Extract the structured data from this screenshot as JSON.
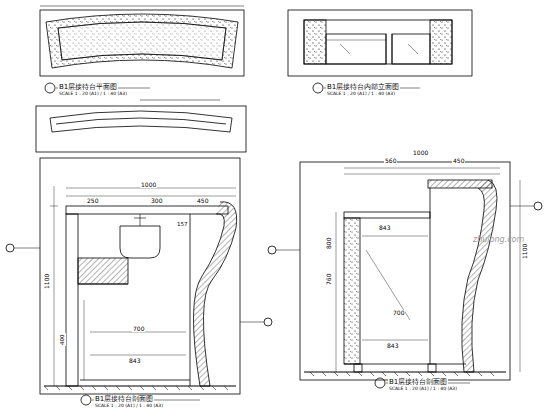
{
  "diagram": {
    "labels": [
      "B1层接待台平面图",
      "SCALE 1 : 20 (A1) / 1 : 40 (A3)",
      "B1层接待台内部立面图",
      "SCALE 1 : 20 (A1) / 1 : 40 (A3)",
      "B1层接待台剖面图",
      "SCALE 1 : 20 (A1) / 1 : 40 (A3)",
      "B1层接待台剖面图",
      "SCALE 1 : 20 (A1) / 1 : 40 (A3)",
      "1000",
      "250",
      "300",
      "450",
      "157",
      "1100",
      "400",
      "700",
      "843",
      "1000",
      "560",
      "450",
      "843",
      "800",
      "760",
      "700",
      "843",
      "1100",
      "zhulong.com"
    ]
  }
}
